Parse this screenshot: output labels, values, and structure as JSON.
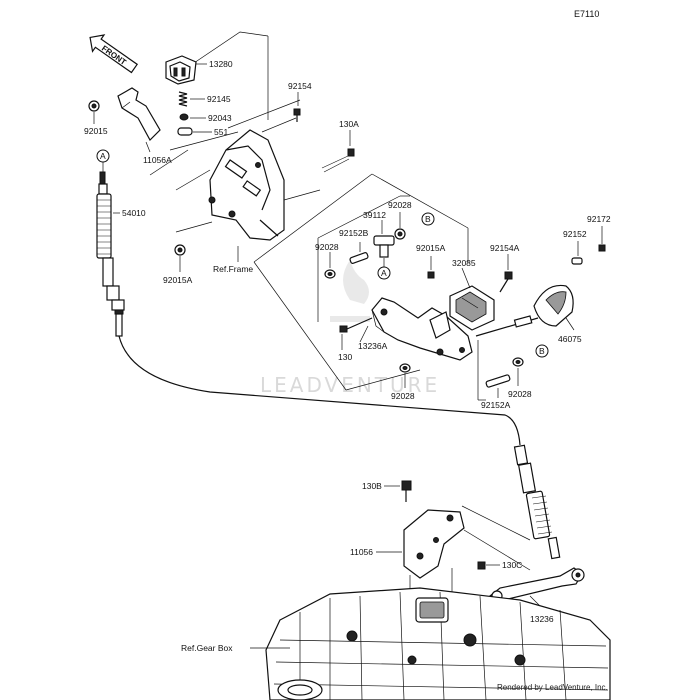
{
  "diagram_code": "E7110",
  "front_arrow_label": "FRONT",
  "labels": {
    "p13280": "13280",
    "p92145": "92145",
    "p92043": "92043",
    "p551": "551",
    "p92015": "92015",
    "p11056A": "11056A",
    "p92154": "92154",
    "p130A": "130A",
    "p54010": "54010",
    "p92015A_left": "92015A",
    "ref_frame": "Ref.Frame",
    "p92028_top": "92028",
    "p39112": "39112",
    "p92152B": "92152B",
    "p92028_left": "92028",
    "p92015A_mid": "92015A",
    "p92154A": "92154A",
    "p32085": "32085",
    "p92172": "92172",
    "p92152": "92152",
    "p130": "130",
    "p13236A": "13236A",
    "p46075": "46075",
    "p92028_bottom": "92028",
    "p92028_right": "92028",
    "p92152A": "92152A",
    "p130B": "130B",
    "p11056": "11056",
    "p130C": "130C",
    "p13236": "13236",
    "ref_gear_box": "Ref.Gear Box"
  },
  "callouts": {
    "a_left": "A",
    "a_mid": "A",
    "b_top": "B",
    "b_bottom": "B"
  },
  "watermark": "LEADVENTURE",
  "credit": "Rendered by LeadVenture, Inc."
}
